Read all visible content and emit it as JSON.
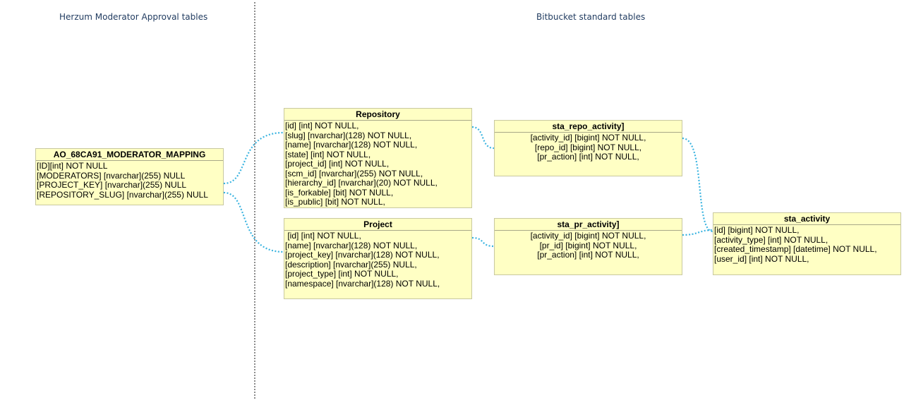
{
  "sections": {
    "left_title": "Herzum Moderator Approval tables",
    "right_title": "Bitbucket standard tables"
  },
  "colors": {
    "table_fill": "#ffffc4",
    "connector": "#3bb4e0",
    "divider": "#8c8c8c",
    "section_title": "#1f3a5f"
  },
  "tables": {
    "moderator_mapping": {
      "name": "AO_68CA91_MODERATOR_MAPPING",
      "rows": [
        "[ID][int] NOT NULL",
        "[MODERATORS] [nvarchar](255) NULL",
        "[PROJECT_KEY] [nvarchar](255) NULL",
        "[REPOSITORY_SLUG] [nvarchar](255) NULL"
      ]
    },
    "repository": {
      "name": "Repository",
      "rows": [
        "[id] [int] NOT NULL,",
        "[slug] [nvarchar](128) NOT NULL,",
        "[name] [nvarchar](128) NOT NULL,",
        "[state] [int] NOT NULL,",
        "[project_id] [int] NOT NULL,",
        "[scm_id] [nvarchar](255) NOT NULL,",
        "[hierarchy_id] [nvarchar](20) NOT NULL,",
        "[is_forkable] [bit] NOT NULL,",
        "[is_public] [bit] NOT NULL,"
      ]
    },
    "project": {
      "name": "Project",
      "rows": [
        " [id] [int] NOT NULL,",
        "[name] [nvarchar](128) NOT NULL,",
        "[project_key] [nvarchar](128) NOT NULL,",
        "[description] [nvarchar](255) NULL,",
        "[project_type] [int] NOT NULL,",
        "[namespace] [nvarchar](128) NOT NULL,"
      ]
    },
    "sta_repo_activity": {
      "name": "sta_repo_activity]",
      "rows": [
        "[activity_id] [bigint] NOT NULL,",
        "[repo_id] [bigint] NOT NULL,",
        "[pr_action] [int] NOT NULL,"
      ]
    },
    "sta_pr_activity": {
      "name": "sta_pr_activity]",
      "rows": [
        "[activity_id] [bigint] NOT NULL,",
        "[pr_id] [bigint] NOT NULL,",
        "[pr_action] [int] NOT NULL,"
      ]
    },
    "sta_activity": {
      "name": "sta_activity",
      "rows": [
        "[id] [bigint] NOT NULL,",
        "[activity_type] [int] NOT NULL,",
        "[created_timestamp] [datetime] NOT NULL,",
        "[user_id] [int] NOT NULL,"
      ]
    }
  }
}
